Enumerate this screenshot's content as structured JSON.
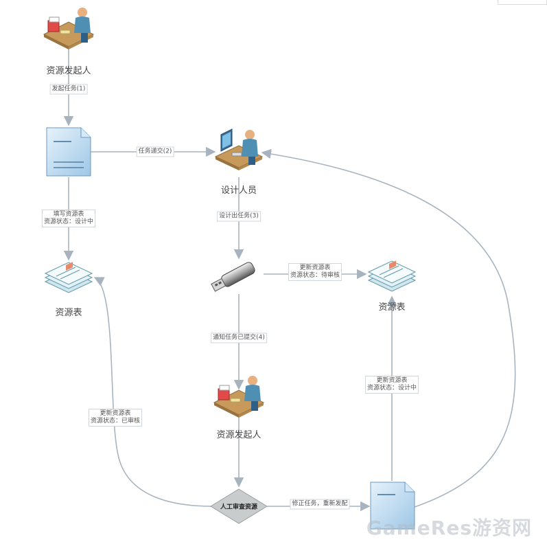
{
  "nodes": {
    "initiator_top": {
      "label": "资源发起人",
      "icon": "person-at-desk-icon"
    },
    "task_doc": {
      "icon": "document-icon"
    },
    "designer": {
      "label": "设计人员",
      "icon": "designer-at-desk-icon"
    },
    "resource_table_left": {
      "label": "资源表",
      "icon": "resource-table-stack-icon"
    },
    "usb_drive": {
      "icon": "usb-drive-icon"
    },
    "resource_table_right": {
      "label": "资源表",
      "icon": "resource-table-stack-icon"
    },
    "initiator_bottom": {
      "label": "资源发起人",
      "icon": "person-at-desk-icon"
    },
    "review": {
      "label": "人工审查资源"
    },
    "correction_doc": {
      "icon": "document-icon"
    }
  },
  "edges": {
    "e1": {
      "lines": [
        "发起任务(1)"
      ]
    },
    "e2": {
      "lines": [
        "任务递交(2)"
      ]
    },
    "e3": {
      "lines": [
        "填写资源表",
        "资源状态：设计中"
      ]
    },
    "e4": {
      "lines": [
        "设计出任务(3)"
      ]
    },
    "e5": {
      "lines": [
        "更新资源表",
        "资源状态：待审核"
      ]
    },
    "e6": {
      "lines": [
        "通知任务已提交(4)"
      ]
    },
    "e7": {
      "lines": [
        "更新资源表",
        "资源状态：已审核"
      ]
    },
    "e8": {
      "lines": [
        "修正任务，重新发配"
      ]
    },
    "e9": {
      "lines": [
        "更新资源表",
        "资源状态：设计中"
      ]
    }
  },
  "watermark": "GameRes游资网",
  "colors": {
    "connector": "#a7b4bf",
    "doc_fill": "#bcd9ef",
    "diamond": "#c8cccc"
  }
}
